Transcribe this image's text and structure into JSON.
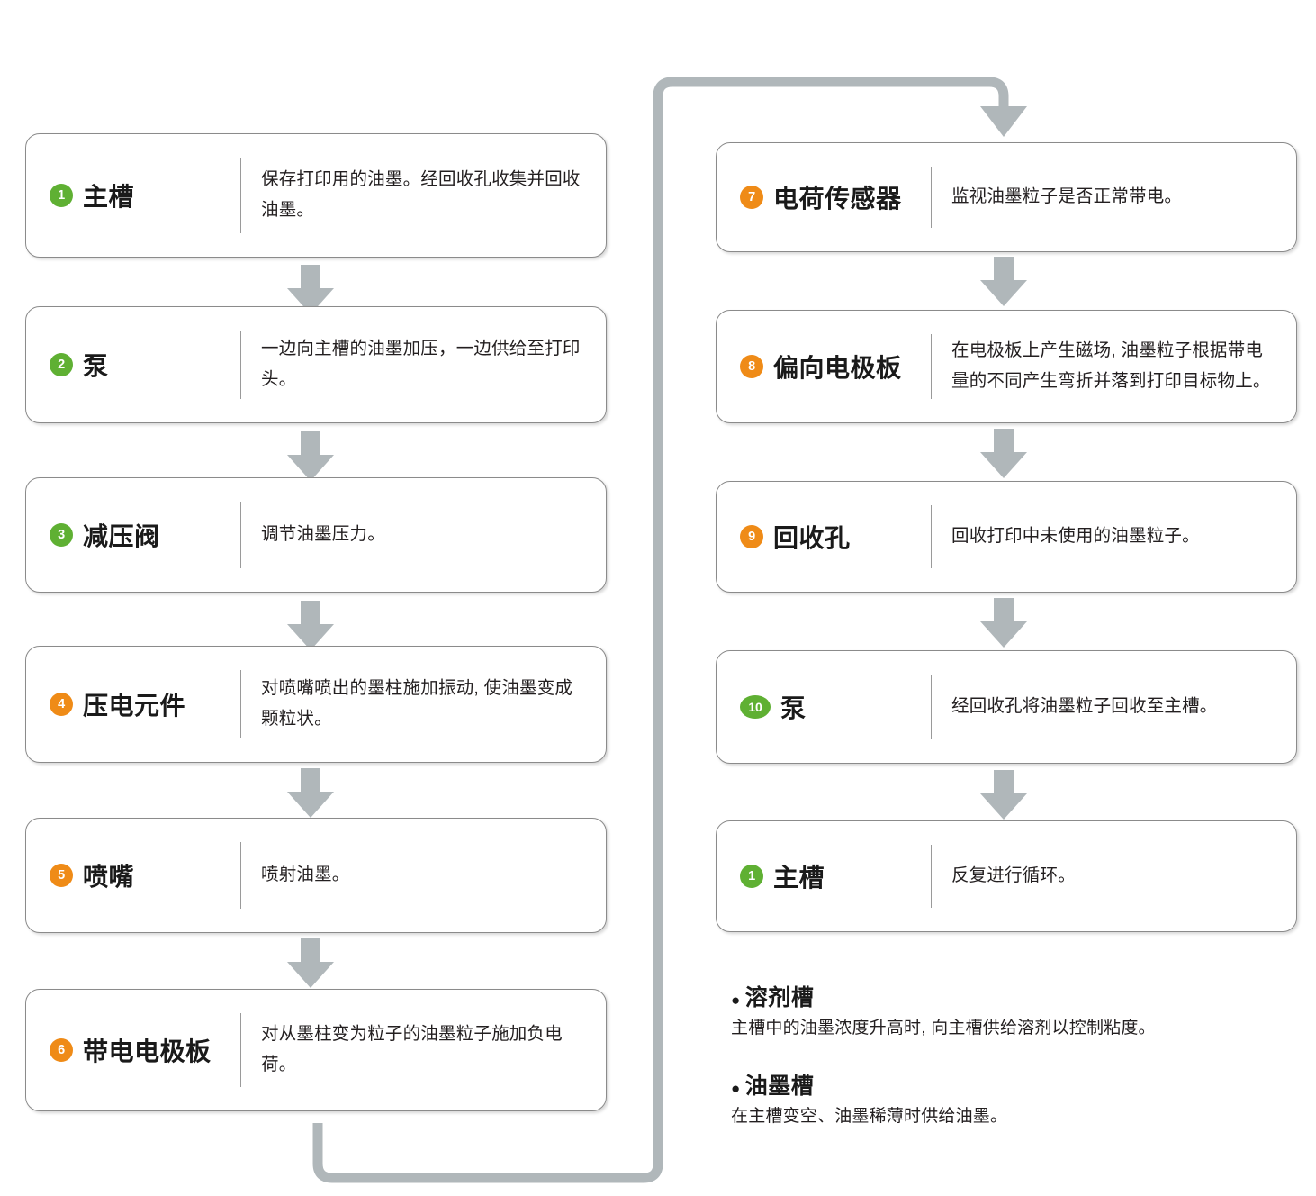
{
  "theme": {
    "badge_green": "#5fb033",
    "badge_orange": "#ef8b17",
    "connector_gray": "#b0b7ba",
    "card_border": "#8b8b8b",
    "text": "#231f20"
  },
  "left_column": [
    {
      "number": "1",
      "color": "green",
      "title": "主槽",
      "description": "保存打印用的油墨。经回收孔收集并回收油墨。"
    },
    {
      "number": "2",
      "color": "green",
      "title": "泵",
      "description": "一边向主槽的油墨加压，一边供给至打印头。"
    },
    {
      "number": "3",
      "color": "green",
      "title": "减压阀",
      "description": "调节油墨压力。"
    },
    {
      "number": "4",
      "color": "orange",
      "title": "压电元件",
      "description": "对喷嘴喷出的墨柱施加振动, 使油墨变成颗粒状。"
    },
    {
      "number": "5",
      "color": "orange",
      "title": "喷嘴",
      "description": "喷射油墨。"
    },
    {
      "number": "6",
      "color": "orange",
      "title": "带电电极板",
      "description": "对从墨柱变为粒子的油墨粒子施加负电荷。"
    }
  ],
  "right_column": [
    {
      "number": "7",
      "color": "orange",
      "title": "电荷传感器",
      "description": "监视油墨粒子是否正常带电。"
    },
    {
      "number": "8",
      "color": "orange",
      "title": "偏向电极板",
      "description": "在电极板上产生磁场, 油墨粒子根据带电量的不同产生弯折并落到打印目标物上。"
    },
    {
      "number": "9",
      "color": "orange",
      "title": "回收孔",
      "description": "回收打印中未使用的油墨粒子。"
    },
    {
      "number": "10",
      "color": "green",
      "title": "泵",
      "description": "经回收孔将油墨粒子回收至主槽。"
    },
    {
      "number": "1",
      "color": "green",
      "title": "主槽",
      "description": "反复进行循环。"
    }
  ],
  "notes": [
    {
      "bullet": "●",
      "title": "溶剂槽",
      "body": "主槽中的油墨浓度升高时, 向主槽供给溶剂以控制粘度。"
    },
    {
      "bullet": "●",
      "title": "油墨槽",
      "body": "在主槽变空、油墨稀薄时供给油墨。"
    }
  ]
}
